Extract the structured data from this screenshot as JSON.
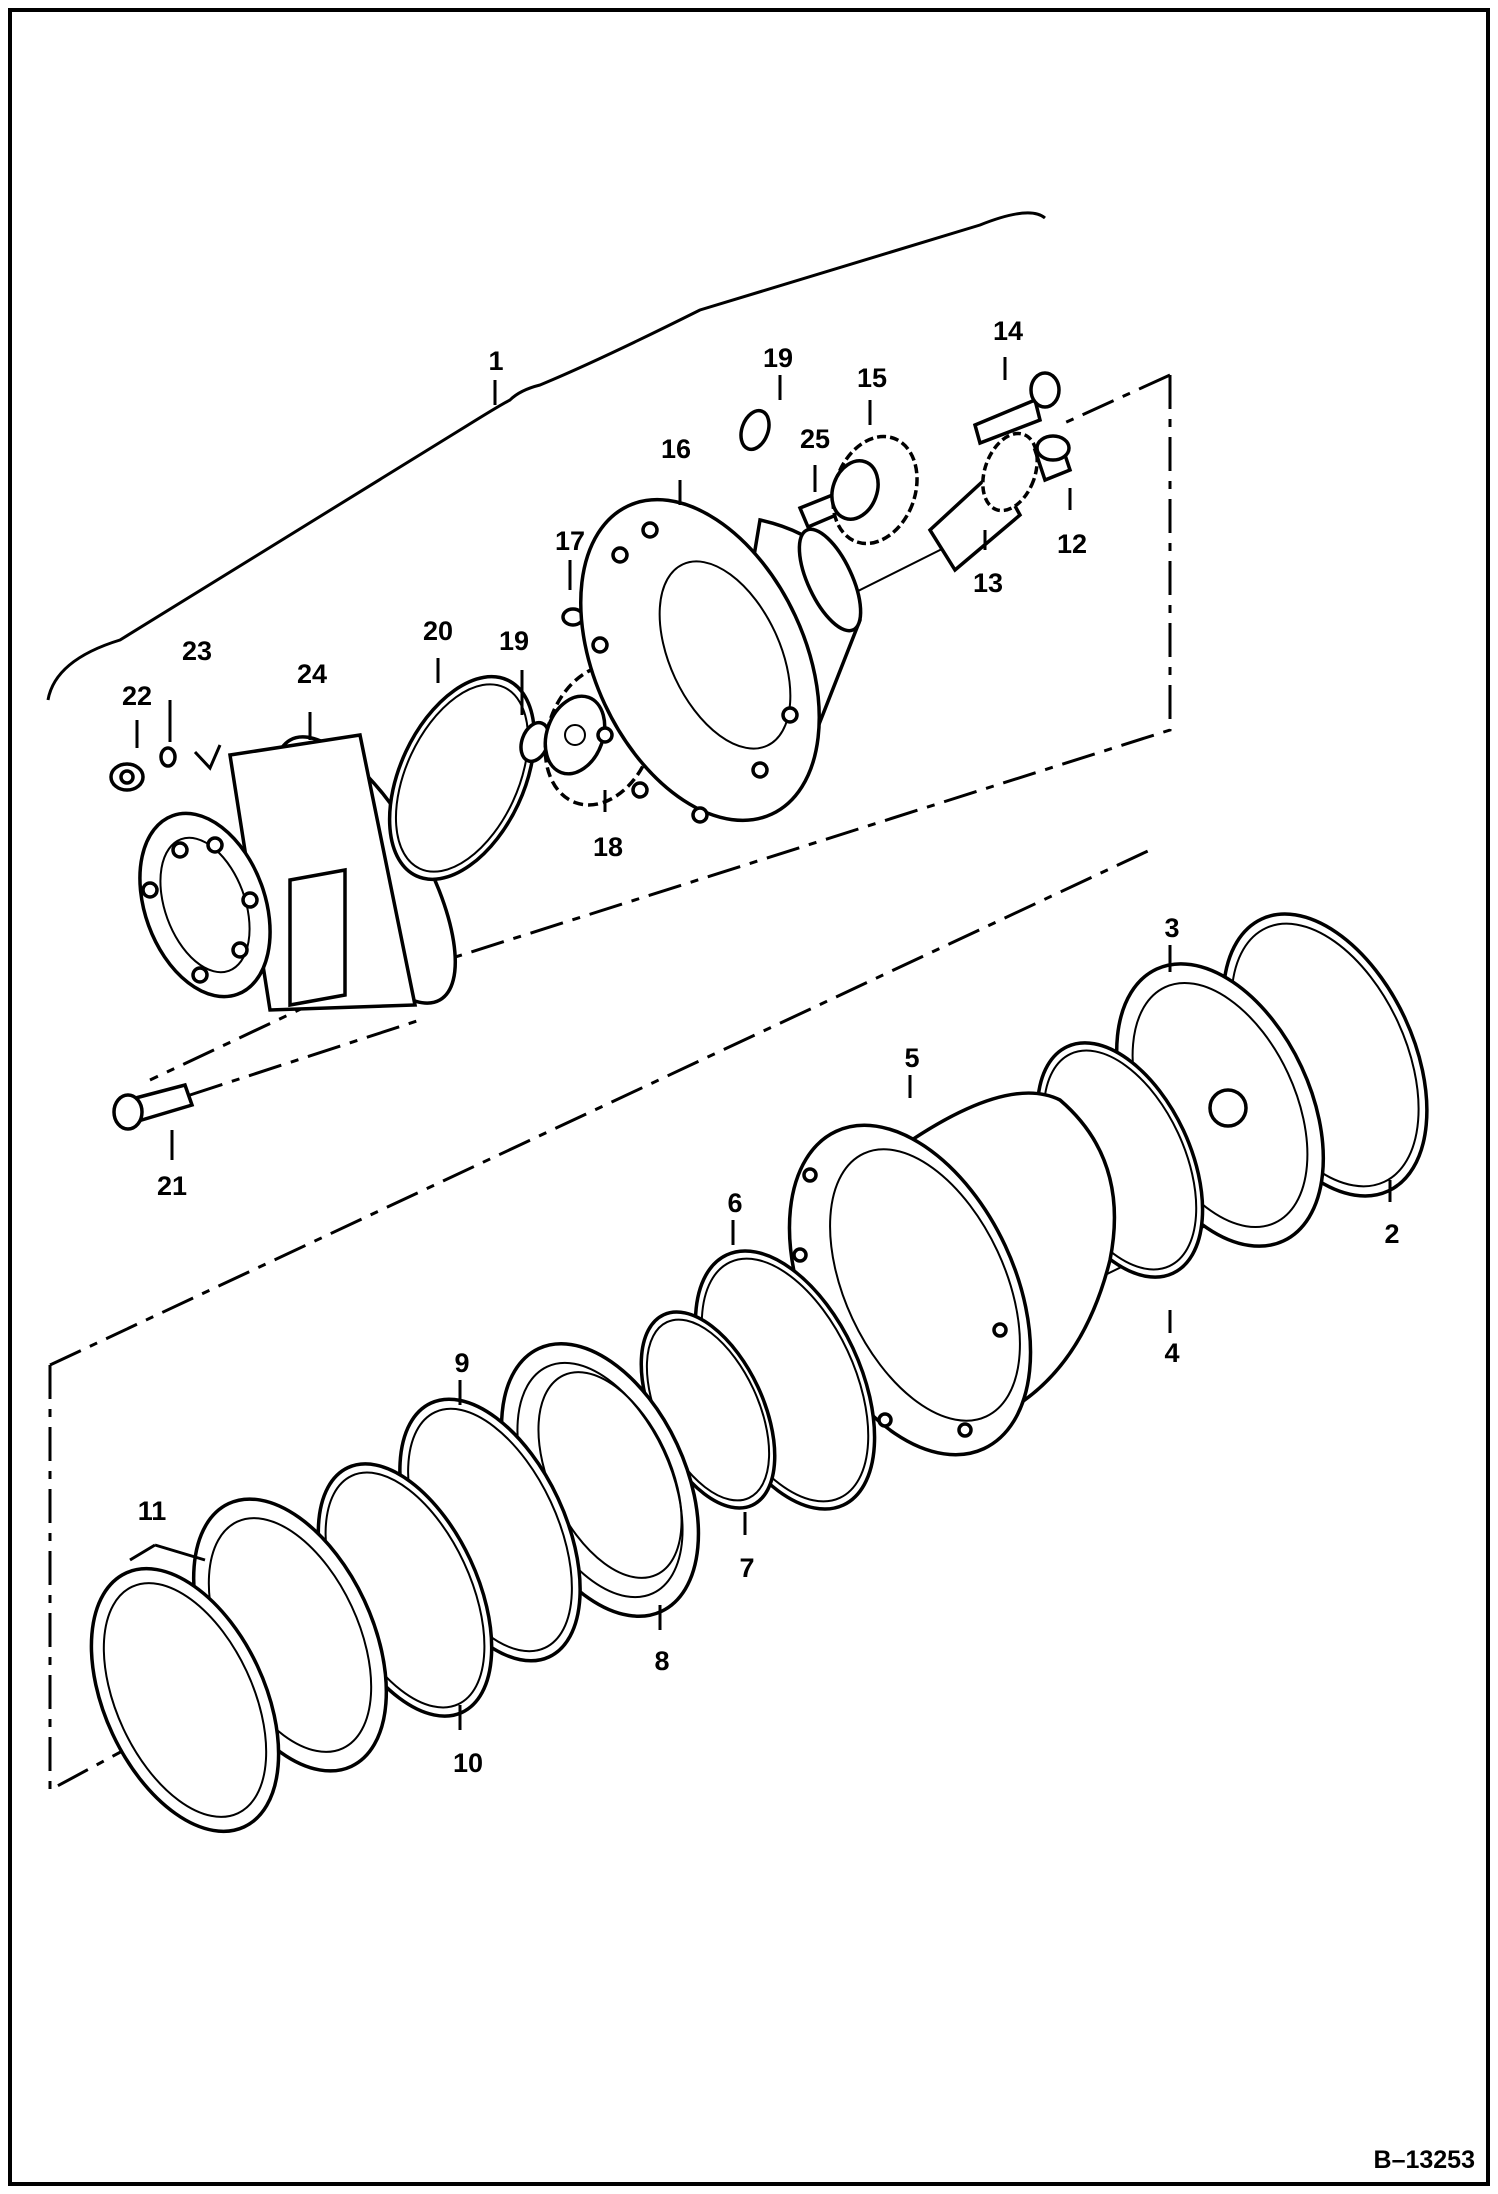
{
  "diagram": {
    "reference_number": "B–13253",
    "callouts": [
      "1",
      "2",
      "3",
      "4",
      "5",
      "6",
      "7",
      "8",
      "9",
      "10",
      "11",
      "12",
      "13",
      "14",
      "15",
      "16",
      "17",
      "18",
      "19",
      "19",
      "20",
      "21",
      "22",
      "23",
      "24",
      "25"
    ],
    "colors": {
      "ink": "#000000",
      "paper": "#ffffff"
    }
  }
}
